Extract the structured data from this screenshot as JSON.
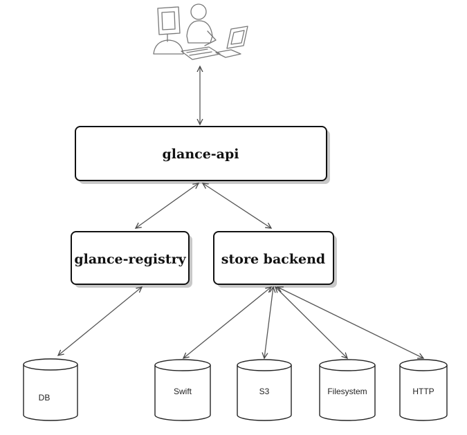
{
  "diagram": {
    "nodes": {
      "api": "glance-api",
      "registry": "glance-registry",
      "store": "store backend"
    },
    "databases": {
      "db": "DB",
      "swift": "Swift",
      "s3": "S3",
      "filesystem": "Filesystem",
      "http": "HTTP"
    },
    "icons": {
      "client": "user-at-computer-icon"
    }
  }
}
